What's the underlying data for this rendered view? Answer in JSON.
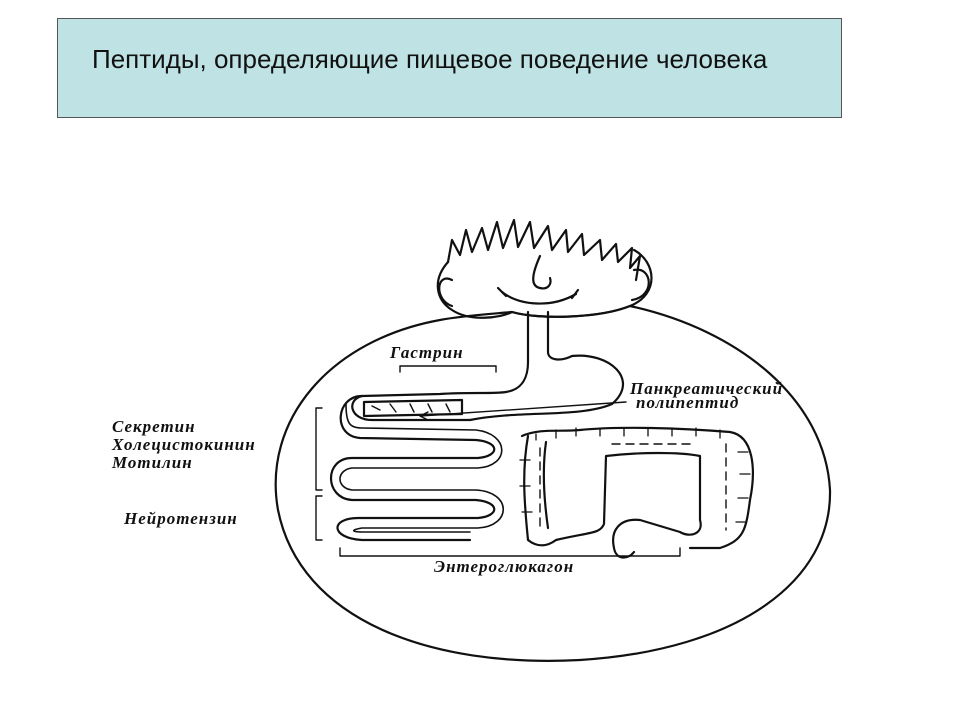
{
  "slide": {
    "title": "Пептиды, определяющие пищевое поведение человека"
  },
  "diagram": {
    "labels": {
      "gastrin": "Гастрин",
      "pancreatic_line1": "Панкреатический",
      "pancreatic_line2": "полипептид",
      "secretin": "Секретин",
      "cholecystokinin": "Холецистокинин",
      "motilin": "Мотилин",
      "neurotensin": "Нейротензин",
      "enteroglucagon": "Энтероглюкагон"
    }
  }
}
